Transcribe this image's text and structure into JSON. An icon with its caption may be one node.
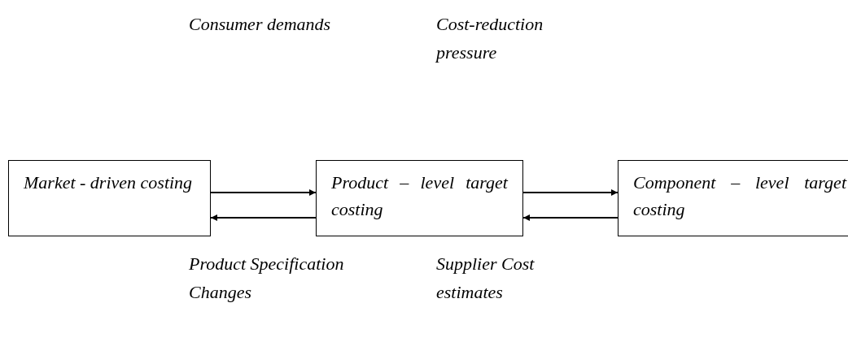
{
  "diagram": {
    "nodes": [
      {
        "text": [
          "Market - driven costing"
        ]
      },
      {
        "text": [
          "Product – level target costing"
        ]
      },
      {
        "text": [
          "Component – level target costing"
        ]
      }
    ],
    "edges": [
      {
        "from": 0,
        "to": 1,
        "arrow": "to"
      },
      {
        "from": 1,
        "to": 0,
        "arrow": "to"
      },
      {
        "from": 1,
        "to": 2,
        "arrow": "to"
      },
      {
        "from": 2,
        "to": 1,
        "arrow": "to"
      }
    ],
    "labels": [
      "Consumer demands",
      "Cost-reduction pressure",
      "Product Specification Changes",
      "Supplier Cost estimates"
    ]
  }
}
